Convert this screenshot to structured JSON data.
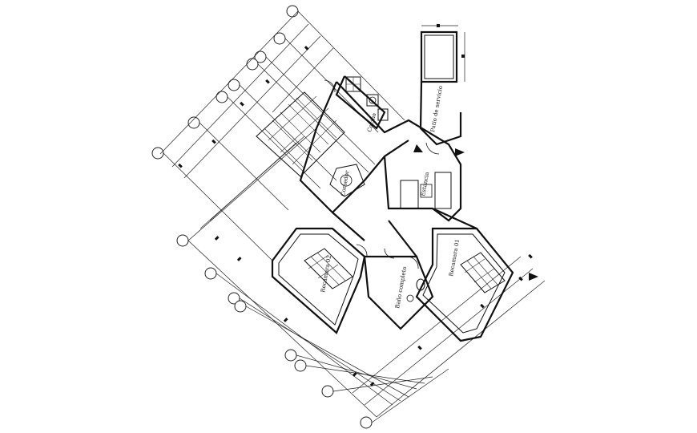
{
  "drawing": {
    "rooms": [
      {
        "id": "cocina",
        "label": "Cocina"
      },
      {
        "id": "patio",
        "label": "Patio de servicio"
      },
      {
        "id": "comedor",
        "label": "Comedor"
      },
      {
        "id": "sala",
        "label": "Estancia"
      },
      {
        "id": "rec1",
        "label": "Recamara 01"
      },
      {
        "id": "rec2",
        "label": "Recamara 02"
      },
      {
        "id": "bano",
        "label": "Baño completo"
      }
    ],
    "colors": {
      "ink": "#111111",
      "background": "#ffffff"
    }
  }
}
